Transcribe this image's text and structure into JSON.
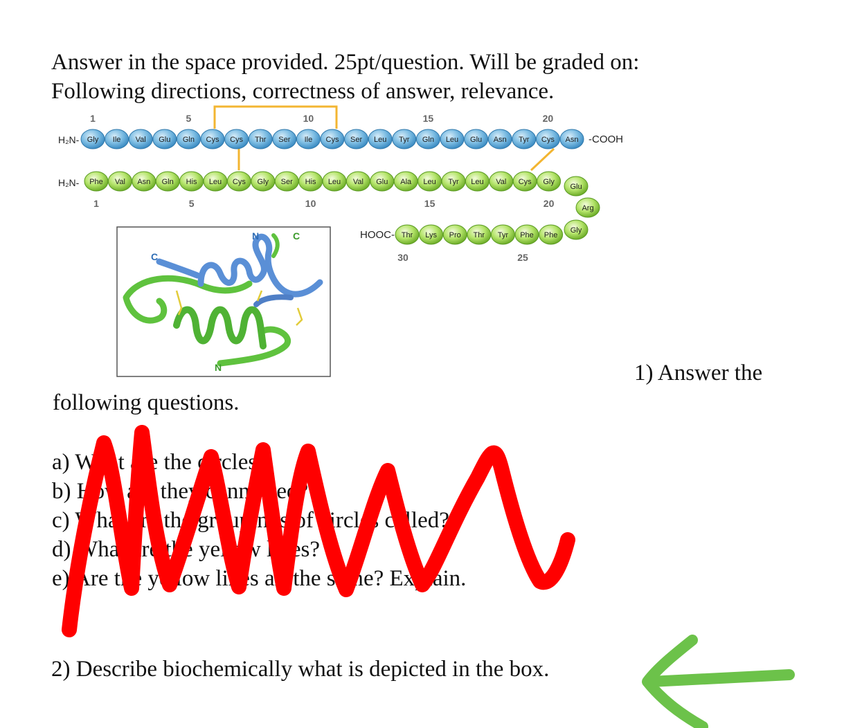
{
  "header": {
    "line1": "Answer in the space provided. 25pt/question. Will be graded on:",
    "line2": "Following directions, correctness of answer, relevance."
  },
  "diagram": {
    "chain_a": {
      "n_term": "H₂N-",
      "c_term": "-COOH",
      "residues": [
        "Gly",
        "Ile",
        "Val",
        "Glu",
        "Gln",
        "Cys",
        "Cys",
        "Thr",
        "Ser",
        "Ile",
        "Cys",
        "Ser",
        "Leu",
        "Tyr",
        "Gln",
        "Leu",
        "Glu",
        "Asn",
        "Tyr",
        "Cys",
        "Asn"
      ],
      "numbers": [
        "1",
        "5",
        "10",
        "15",
        "20"
      ],
      "color": "#6fb2dc"
    },
    "chain_b": {
      "n_term": "H₂N-",
      "c_term": "HOOC-",
      "residues_row1": [
        "Phe",
        "Val",
        "Asn",
        "Gln",
        "His",
        "Leu",
        "Cys",
        "Gly",
        "Ser",
        "His",
        "Leu",
        "Val",
        "Glu",
        "Ala",
        "Leu",
        "Tyr",
        "Leu",
        "Val",
        "Cys",
        "Gly"
      ],
      "residues_turn": [
        "Glu",
        "Arg",
        "Gly"
      ],
      "residues_row2": [
        "Thr",
        "Lys",
        "Pro",
        "Thr",
        "Tyr",
        "Phe",
        "Phe"
      ],
      "numbers_row1": [
        "1",
        "5",
        "10",
        "15",
        "20"
      ],
      "numbers_row2": [
        "30",
        "25"
      ],
      "color": "#a6d95a"
    },
    "structure_labels": {
      "n_top": "N",
      "c_top": "C",
      "c_left": "C",
      "n_bottom": "N"
    },
    "disulfide_color": "#f3b531"
  },
  "questions": {
    "q1_tail": "1) Answer the",
    "q1_cont": "following questions.",
    "a": "a) What are the circles?",
    "b": "b) How are they connected?",
    "c": "c) What are the groupings of circles called?",
    "d": "d) What are the yellow lines?",
    "e": "e) Are the yellow lines all the same? Explain.",
    "q2": "2) Describe biochemically what is depicted in the box."
  },
  "annotations": {
    "scribble_color": "#ff0000",
    "arrow_color": "#6cc24a"
  }
}
